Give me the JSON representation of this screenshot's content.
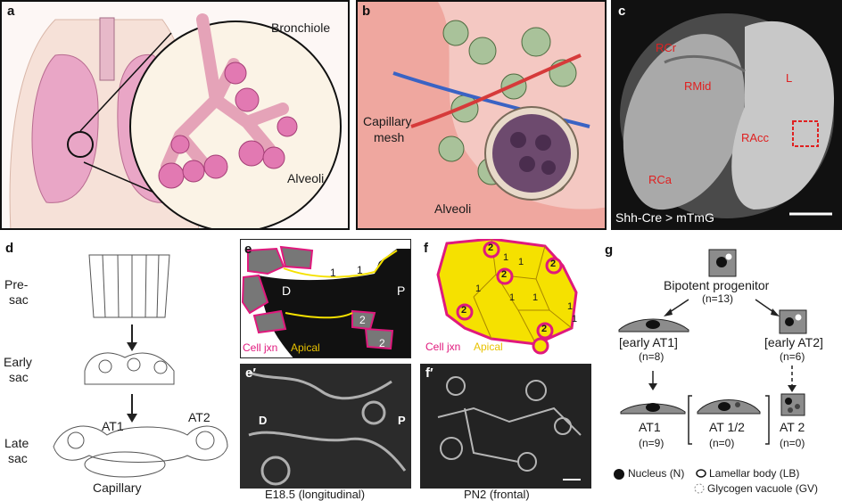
{
  "figure": {
    "panels": {
      "a": {
        "letter": "a",
        "labels": {
          "bronchiole": "Bronchiole",
          "alveoli": "Alveoli"
        }
      },
      "b": {
        "letter": "b",
        "labels": {
          "capillary_mesh_line1": "Capillary",
          "capillary_mesh_line2": "mesh",
          "alveoli": "Alveoli"
        }
      },
      "c": {
        "letter": "c",
        "region_labels": {
          "rcr": "RCr",
          "rmid": "RMid",
          "l": "L",
          "racc": "RAcc",
          "rca": "RCa"
        },
        "caption": "Shh-Cre > mTmG"
      },
      "d": {
        "letter": "d",
        "stages": [
          {
            "line1": "Pre-",
            "line2": "sac"
          },
          {
            "line1": "Early",
            "line2": "sac"
          },
          {
            "line1": "Late",
            "line2": "sac"
          }
        ],
        "labels": {
          "at1": "AT1",
          "at2": "AT2",
          "capillary": "Capillary"
        }
      },
      "e": {
        "letter": "e",
        "labels": {
          "d": "D",
          "p": "P",
          "cell_jxn": "Cell jxn",
          "apical": "Apical"
        },
        "numbers": [
          "1",
          "1",
          "2",
          "2"
        ]
      },
      "e_prime": {
        "letter": "e′",
        "labels": {
          "d": "D",
          "p": "P"
        },
        "caption": "E18.5 (longitudinal)"
      },
      "f": {
        "letter": "f",
        "labels": {
          "cell_jxn": "Cell jxn",
          "apical": "Apical"
        },
        "numbers": [
          "2",
          "1",
          "2",
          "1",
          "2",
          "1",
          "1",
          "1",
          "2",
          "1",
          "1",
          "2"
        ]
      },
      "f_prime": {
        "letter": "f′",
        "caption": "PN2  (frontal)"
      },
      "g": {
        "letter": "g",
        "progenitor": {
          "label": "Bipotent progenitor",
          "count": "(n=13)"
        },
        "early_at1": {
          "label": "[early AT1]",
          "count": "(n=8)"
        },
        "early_at2": {
          "label": "[early AT2]",
          "count": "(n=6)"
        },
        "at1": {
          "label": "AT1",
          "count": "(n=9)"
        },
        "at12": {
          "label": "AT 1/2",
          "count": "(n=0)"
        },
        "at2": {
          "label": "AT 2",
          "count": "(n=0)"
        },
        "legend": {
          "nucleus": "Nucleus (N)",
          "lamellar": "Lamellar body (LB)",
          "glycogen": "Glycogen vacuole (GV)"
        }
      }
    },
    "colors": {
      "junction": "#e0197d",
      "apical": "#f5e100",
      "label_red": "#e02020",
      "lung_pink": "#e9a6c6"
    }
  }
}
